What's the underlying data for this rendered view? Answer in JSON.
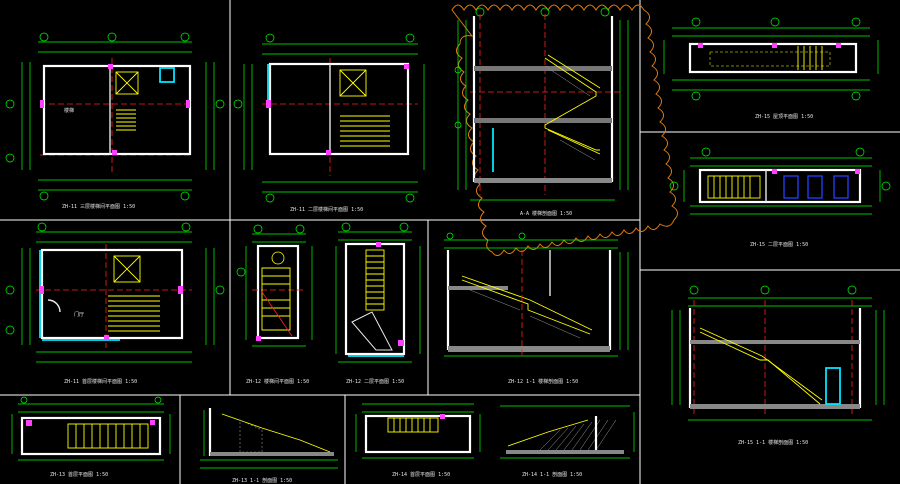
{
  "sheet": {
    "background": "#000000",
    "colors": {
      "dimension": "#00ff00",
      "axis": "#ff2020",
      "wall": "#e8e8e8",
      "stair": "#ffff00",
      "window": "#00e5ff",
      "column": "#ff40ff",
      "frame": "#ffffff",
      "revision_cloud": "#e07a10",
      "fixture": "#2040ff"
    }
  },
  "drawings": [
    {
      "id": "plan-1",
      "kind": "plan",
      "caption": "ZH-11  三层楼梯间平面图  1:50",
      "room_label": "楼梯"
    },
    {
      "id": "plan-2",
      "kind": "plan",
      "caption": "ZH-11  二层楼梯间平面图  1:50"
    },
    {
      "id": "section-1",
      "kind": "section",
      "caption": "A-A  楼梯剖面图  1:50"
    },
    {
      "id": "roof-1",
      "kind": "plan-strip",
      "caption": "ZH-15  屋顶平面图  1:50"
    },
    {
      "id": "roof-2",
      "kind": "plan-strip",
      "caption": "ZH-15  二层平面图  1:50"
    },
    {
      "id": "plan-3",
      "kind": "plan",
      "caption": "ZH-11  首层楼梯间平面图  1:50",
      "room_label": "门厅"
    },
    {
      "id": "plan-4",
      "kind": "narrow-plan",
      "caption": "ZH-12  楼梯间平面图  1:50"
    },
    {
      "id": "plan-5",
      "kind": "narrow-plan",
      "caption": "ZH-12  二层平面图  1:50"
    },
    {
      "id": "section-2",
      "kind": "section",
      "caption": "ZH-12  1-1  楼梯剖面图  1:50"
    },
    {
      "id": "section-3",
      "kind": "section",
      "caption": "ZH-15  1-1  楼梯剖面图  1:50"
    },
    {
      "id": "plan-6",
      "kind": "plan-strip",
      "caption": "ZH-13  首层平面图  1:50"
    },
    {
      "id": "section-4",
      "kind": "section-strip",
      "caption": "ZH-13  1-1  剖面图  1:50"
    },
    {
      "id": "plan-7",
      "kind": "plan-strip",
      "caption": "ZH-14  首层平面图  1:50"
    },
    {
      "id": "section-5",
      "kind": "section-strip",
      "caption": "ZH-14  1-1  剖面图  1:50"
    }
  ]
}
